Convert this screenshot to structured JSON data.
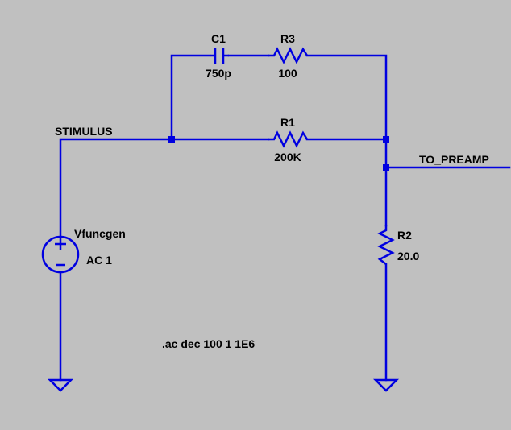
{
  "schematic": {
    "wire_color": "#0000e0",
    "background": "#c0c0c0",
    "nets": {
      "stimulus": "STIMULUS",
      "to_preamp": "TO_PREAMP"
    },
    "components": {
      "c1": {
        "ref": "C1",
        "value": "750p"
      },
      "r3": {
        "ref": "R3",
        "value": "100"
      },
      "r1": {
        "ref": "R1",
        "value": "200K"
      },
      "r2": {
        "ref": "R2",
        "value": "20.0"
      },
      "v1": {
        "ref": "Vfuncgen",
        "value": "AC 1"
      }
    },
    "directive": ".ac dec 100 1 1E6"
  }
}
